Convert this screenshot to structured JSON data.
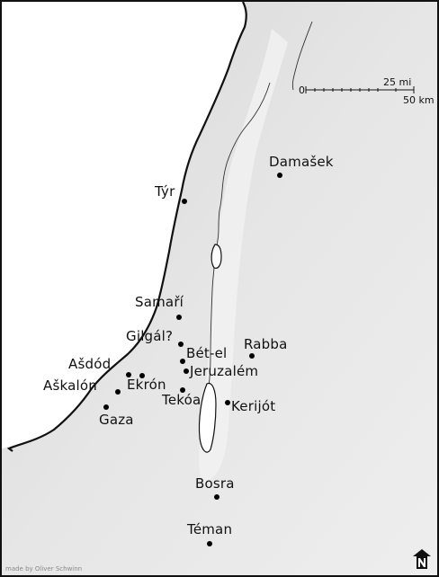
{
  "cities": [
    {
      "id": "tyr",
      "name": "Týr"
    },
    {
      "id": "damasek",
      "name": "Damašek"
    },
    {
      "id": "samari",
      "name": "Samaří"
    },
    {
      "id": "gilgal",
      "name": "Gilgál?"
    },
    {
      "id": "bet-el",
      "name": "Bét-el"
    },
    {
      "id": "rabba",
      "name": "Rabba"
    },
    {
      "id": "asdod",
      "name": "Ašdód"
    },
    {
      "id": "ekron",
      "name": "Ekrón"
    },
    {
      "id": "jeruzalem",
      "name": "Jeruzalém"
    },
    {
      "id": "askalon",
      "name": "Aškalón"
    },
    {
      "id": "tekoa",
      "name": "Tekóa"
    },
    {
      "id": "kerijot",
      "name": "Kerijót"
    },
    {
      "id": "gaza",
      "name": "Gaza"
    },
    {
      "id": "bosra",
      "name": "Bosra"
    },
    {
      "id": "teman",
      "name": "Téman"
    }
  ],
  "scale": {
    "zero": "0",
    "miles": "25 mi",
    "km": "50 km"
  },
  "credit": "made by Oliver Schwinn",
  "north_icon": "north-arrow-icon",
  "colors": {
    "land": "#e4e4e4",
    "sea": "#ffffff",
    "rift": "#f0f0f0",
    "water": "#ffffff",
    "outline": "#111111"
  }
}
